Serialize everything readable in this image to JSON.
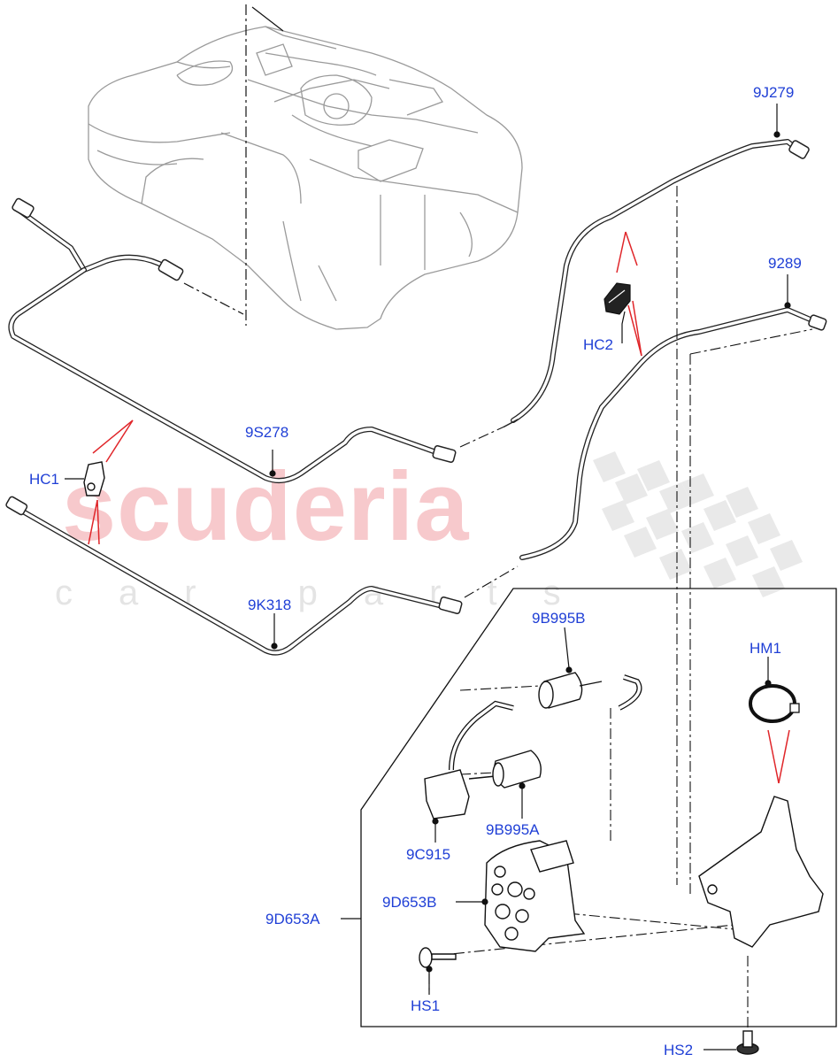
{
  "watermark": {
    "brand": "scuderia",
    "tagline": "car parts"
  },
  "labels": {
    "hc1": "HC1",
    "hc2": "HC2",
    "9j279": "9J279",
    "9289": "9289",
    "9s278": "9S278",
    "9k318": "9K318",
    "9b995b": "9B995B",
    "hm1": "HM1",
    "9b995a": "9B995A",
    "9c915": "9C915",
    "9d653b": "9D653B",
    "9d653a": "9D653A",
    "hs1": "HS1",
    "hs2": "HS2"
  },
  "colors": {
    "label": "#1f3fd6",
    "line": "#222222",
    "tank": "#9a9a9a",
    "callout": "#e0262a"
  }
}
